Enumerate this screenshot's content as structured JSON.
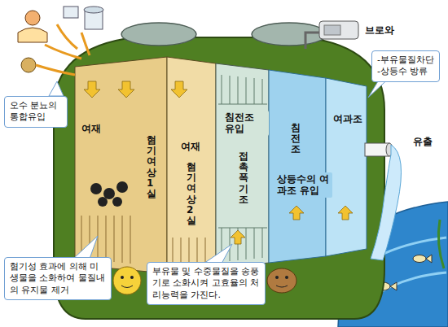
{
  "diagram": {
    "nodes": [
      {
        "text": [
          "오수 분뇨의 통합유입"
        ]
      },
      {
        "text": [
          "-부유물질차단",
          "-상등수 방류"
        ]
      },
      {
        "text": [
          "혐기성 효과에 의해 미생물을 소화하여 물질내의 유지물 제거"
        ]
      },
      {
        "text": [
          "부유물 및 수중물질을 송풍기로 소화시켜 고효율의 처리능력을 가진다."
        ]
      }
    ],
    "labels": [
      "브로와",
      "유출",
      "여재",
      "혐기여상1실",
      "여재",
      "혐기여상2실",
      "침전조 유입",
      "접촉폭기조",
      "침전조",
      "여과조",
      "상등수의 여과조 유입"
    ]
  }
}
